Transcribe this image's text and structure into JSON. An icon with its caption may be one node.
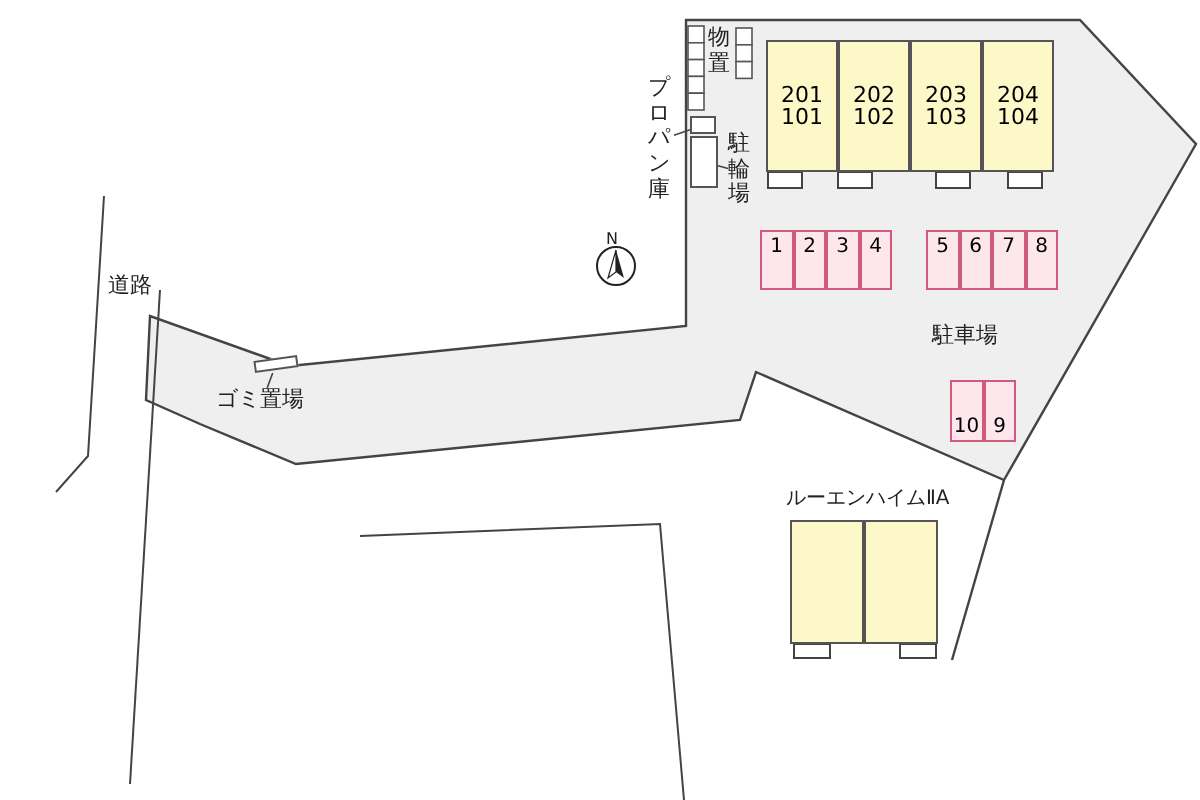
{
  "diagram": {
    "nodes": [
      {
        "text": [
          "201 101"
        ]
      },
      {
        "text": [
          "202 102"
        ]
      },
      {
        "text": [
          "203 103"
        ]
      },
      {
        "text": [
          "204 104"
        ]
      },
      {
        "text": [
          "1"
        ]
      },
      {
        "text": [
          "2"
        ]
      },
      {
        "text": [
          "3"
        ]
      },
      {
        "text": [
          "4"
        ]
      },
      {
        "text": [
          "5"
        ]
      },
      {
        "text": [
          "6"
        ]
      },
      {
        "text": [
          "7"
        ]
      },
      {
        "text": [
          "8"
        ]
      },
      {
        "text": [
          "10"
        ]
      },
      {
        "text": [
          "9"
        ]
      },
      {
        "text": [
          "ルーエンハイムⅡA"
        ]
      },
      {
        "text": [],
        "shape": "box",
        "in": 14
      },
      {
        "text": [],
        "shape": "box",
        "in": 14
      },
      {
        "text": [
          "プロパン庫"
        ]
      },
      {
        "text": [],
        "shape": "box"
      },
      {
        "text": [
          "駐輪場"
        ]
      },
      {
        "text": [],
        "shape": "box"
      },
      {
        "text": [
          "ゴミ置場"
        ]
      },
      {
        "text": [],
        "shape": "box"
      }
    ],
    "edges": [
      {
        "from": 17,
        "to": 18,
        "arrow": "none"
      },
      {
        "from": 19,
        "to": 20,
        "arrow": "none"
      },
      {
        "from": 21,
        "to": 22,
        "arrow": "none"
      }
    ],
    "labels": [
      "物置",
      "N",
      "駐車場",
      "道路"
    ]
  }
}
